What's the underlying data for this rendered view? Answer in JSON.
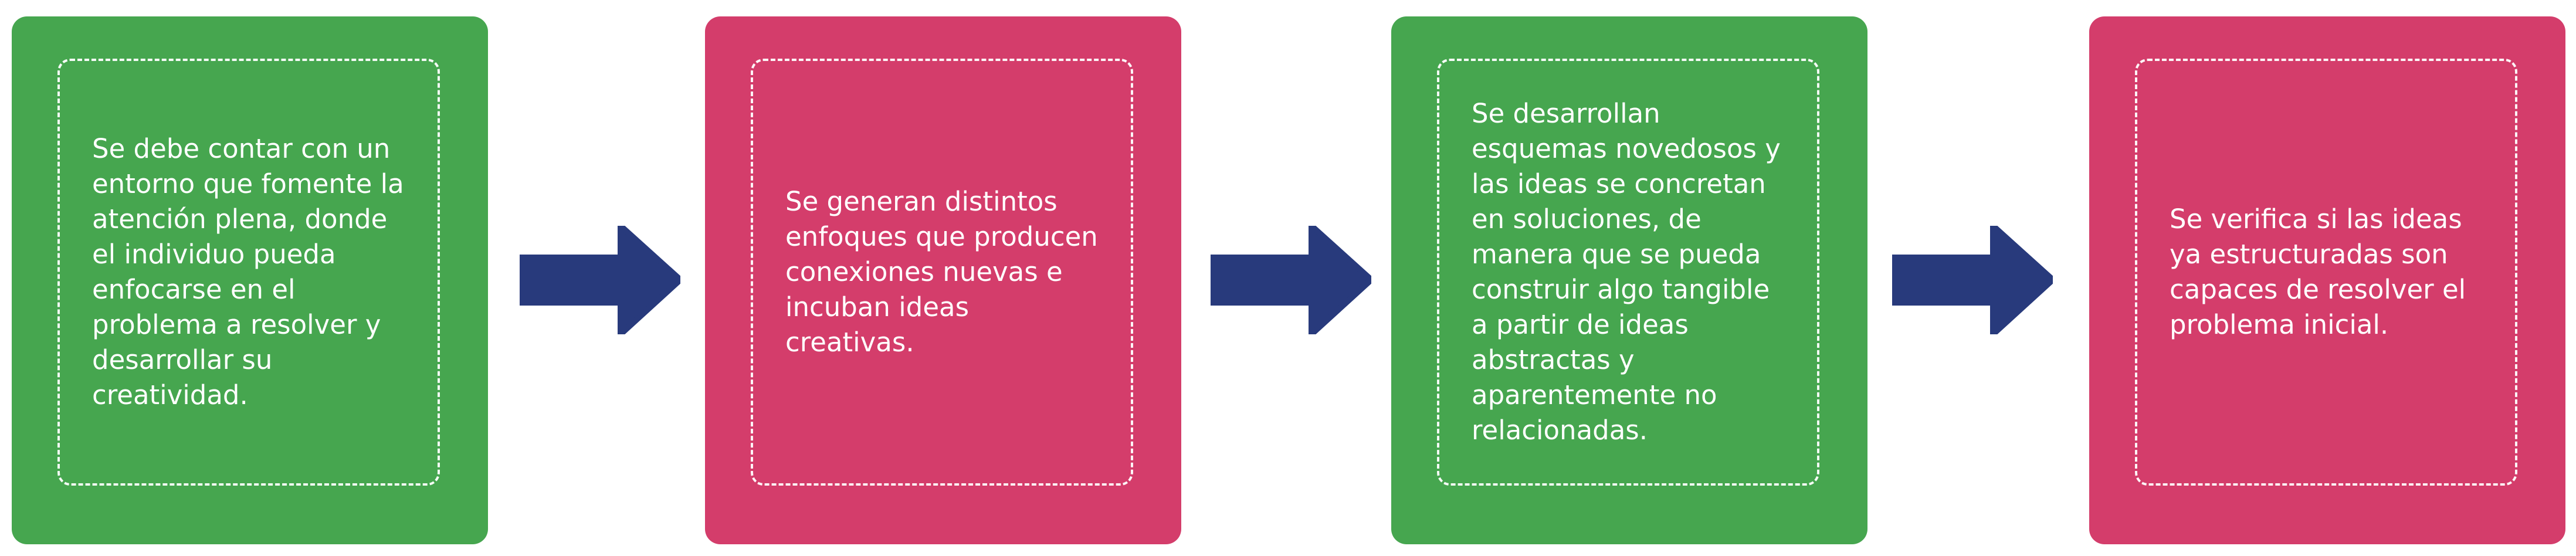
{
  "colors": {
    "green": "#46A64F",
    "pink": "#D43D6B",
    "arrow": "#283A7C"
  },
  "steps": [
    {
      "color": "green",
      "text": "Se debe contar con un\nentorno que fomente la\natención plena, donde\nel individuo pueda\nenfocarse en el\nproblema a resolver y\ndesarrollar su\ncreatividad."
    },
    {
      "color": "pink",
      "text": "Se generan distintos\nenfoques que producen\nconexiones nuevas e\nincuban ideas\ncreativas."
    },
    {
      "color": "green",
      "text": "Se desarrollan\nesquemas novedosos y\nlas ideas se concretan\nen soluciones, de\nmanera que se pueda\nconstruir algo tangible\na partir de ideas\nabstractas y\naparentemente no\nrelacionadas."
    },
    {
      "color": "pink",
      "text": "Se verifica si las ideas\nya estructuradas son\ncapaces de resolver el\nproblema inicial."
    }
  ],
  "arrow_icon": "right-arrow-icon"
}
